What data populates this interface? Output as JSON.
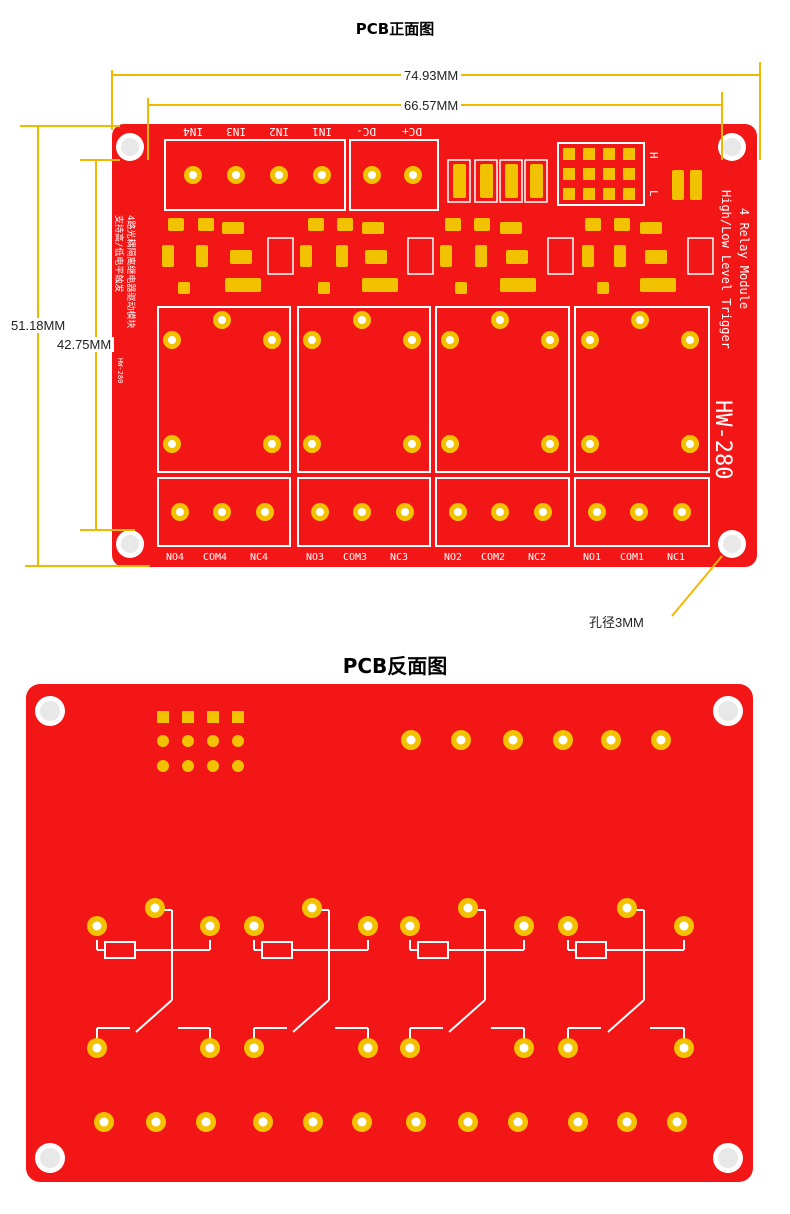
{
  "front": {
    "title": "PCB正面图",
    "dims": {
      "outer_width": "74.93MM",
      "hole_width": "66.57MM",
      "outer_height": "51.18MM",
      "hole_height": "42.75MM",
      "hole_diameter": "孔径3MM"
    },
    "silkscreen": {
      "inputs": [
        "IN4",
        "IN3",
        "IN2",
        "IN1"
      ],
      "power": [
        "DC-",
        "DC+"
      ],
      "jumper": [
        "H",
        "L"
      ],
      "module_line1": "4 Relay Module",
      "module_line2": "High/Low Level Trigger",
      "model": "HW-280",
      "cn_line1": "4路光耦隔离继电器驱动模块",
      "cn_line2": "支持高/低电平触发",
      "cn_code": "HW-280",
      "channels": [
        {
          "no": "NO4",
          "com": "COM4",
          "nc": "NC4"
        },
        {
          "no": "NO3",
          "com": "COM3",
          "nc": "NC3"
        },
        {
          "no": "NO2",
          "com": "COM2",
          "nc": "NC2"
        },
        {
          "no": "NO1",
          "com": "COM1",
          "nc": "NC1"
        }
      ]
    }
  },
  "back": {
    "title": "PCB反面图"
  },
  "colors": {
    "board": "#f31616",
    "pad": "#f2c200",
    "dimension_line": "#f2b800",
    "hole": "#ffffff"
  }
}
